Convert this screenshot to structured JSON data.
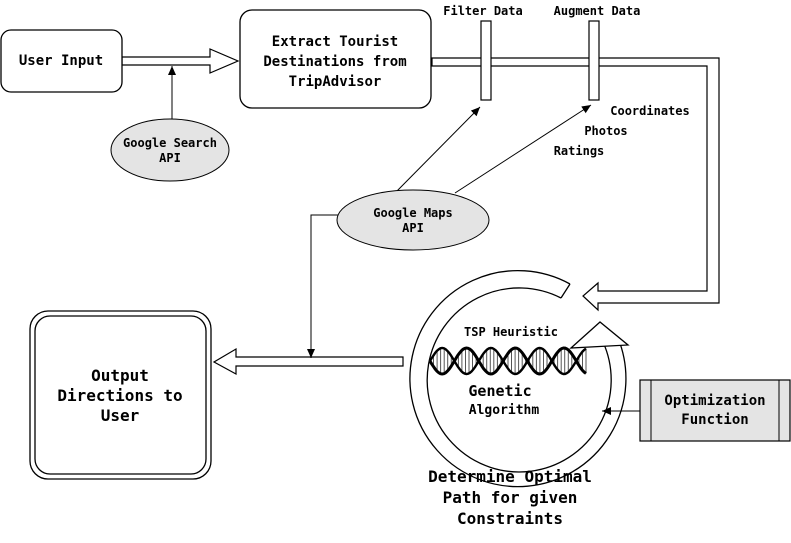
{
  "nodes": {
    "user_input": "User Input",
    "extract": [
      "Extract Tourist",
      "Destinations from",
      "TripAdvisor"
    ],
    "google_search": [
      "Google Search",
      "API"
    ],
    "google_maps": [
      "Google Maps",
      "API"
    ],
    "filter": "Filter Data",
    "augment": "Augment Data",
    "augment_fields": [
      "Coordinates",
      "Photos",
      "Ratings"
    ],
    "output": [
      "Output",
      "Directions to",
      "User"
    ],
    "tsp": "TSP Heuristic",
    "ga": [
      "Genetic",
      "Algorithm"
    ],
    "optimization": [
      "Optimization",
      "Function"
    ],
    "determine": [
      "Determine Optimal",
      "Path for given",
      "Constraints"
    ]
  },
  "colors": {
    "api_fill": "#e4e4e4",
    "opt_fill": "#e4e4e4",
    "stroke": "#000000"
  }
}
